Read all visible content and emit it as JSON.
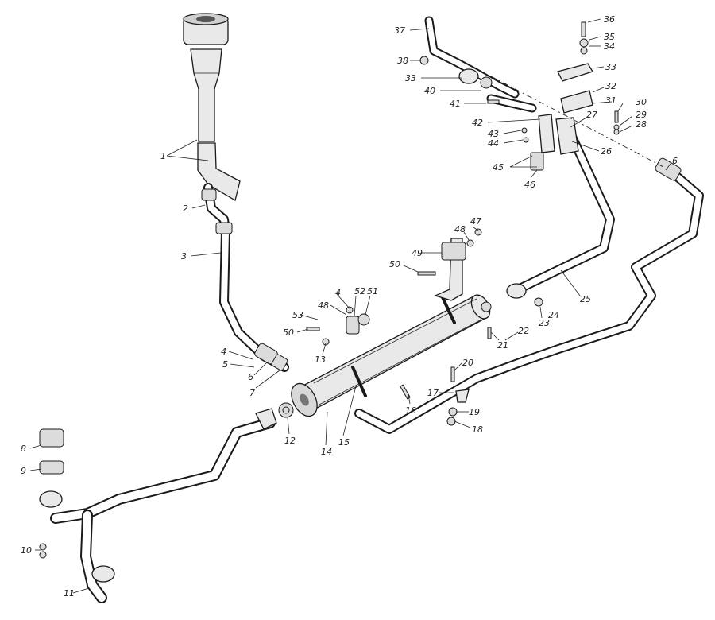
{
  "labels": {
    "l1": "1",
    "l2": "2",
    "l3": "3",
    "l4a": "4",
    "l4b": "4",
    "l5": "5",
    "l6a": "6",
    "l6b": "6",
    "l7": "7",
    "l8": "8",
    "l9": "9",
    "l10": "10",
    "l11": "11",
    "l12": "12",
    "l13": "13",
    "l14": "14",
    "l15": "15",
    "l16": "16",
    "l17": "17",
    "l18": "18",
    "l19": "19",
    "l20": "20",
    "l21": "21",
    "l22": "22",
    "l23": "23",
    "l24": "24",
    "l25": "25",
    "l26": "26",
    "l27": "27",
    "l28": "28",
    "l29": "29",
    "l30": "30",
    "l31": "31",
    "l32": "32",
    "l33a": "33",
    "l33b": "33",
    "l34": "34",
    "l35": "35",
    "l36": "36",
    "l37": "37",
    "l38": "38",
    "l40": "40",
    "l41": "41",
    "l42": "42",
    "l43": "43",
    "l44": "44",
    "l45": "45",
    "l46": "46",
    "l47": "47",
    "l48a": "48",
    "l48b": "48",
    "l49": "49",
    "l50a": "50",
    "l50b": "50",
    "l51": "51",
    "l52": "52",
    "l53": "53"
  }
}
